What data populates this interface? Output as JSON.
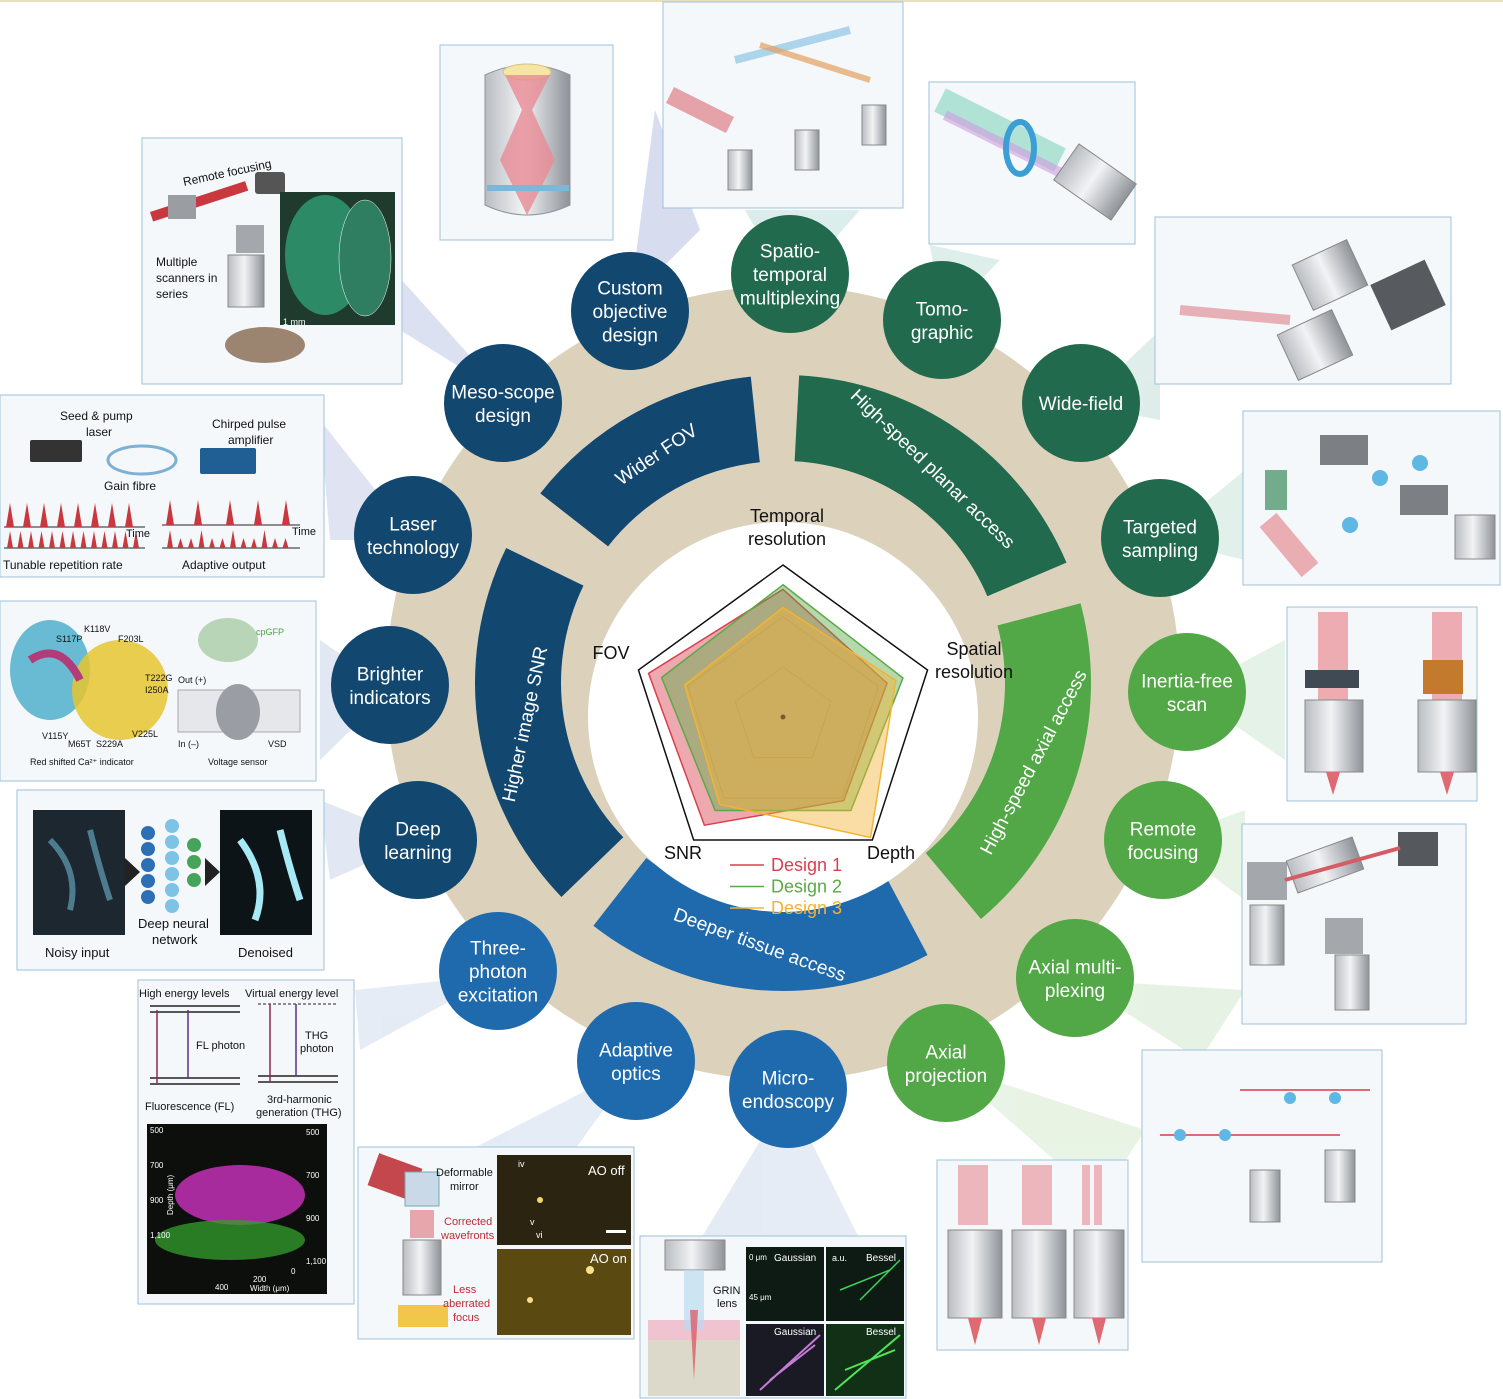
{
  "colors": {
    "beige": "#dcd2bc",
    "navy": "#12476f",
    "blue": "#1f6aad",
    "dark_green": "#226a4d",
    "green": "#52a746",
    "design1": "#d8404e",
    "design2": "#5aaa46",
    "design3": "#f3b335"
  },
  "bands": {
    "wider_fov": "Wider FOV",
    "higher_snr": "Higher image SNR",
    "deeper": "Deeper tissue access",
    "planar": "High-speed planar access",
    "axial": "High-speed axial access"
  },
  "circles": {
    "custom_objective": [
      "Custom",
      "objective",
      "design"
    ],
    "meso_scope": [
      "Meso-scope",
      "design"
    ],
    "laser": [
      "Laser",
      "technology"
    ],
    "brighter": [
      "Brighter",
      "indicators"
    ],
    "deep_learning": [
      "Deep",
      "learning"
    ],
    "three_photon": [
      "Three-",
      "photon",
      "excitation"
    ],
    "adaptive": [
      "Adaptive",
      "optics"
    ],
    "micro": [
      "Micro-",
      "endoscopy"
    ],
    "spatio": [
      "Spatio-",
      "temporal",
      "multiplexing"
    ],
    "tomo": [
      "Tomo-",
      "graphic"
    ],
    "wide_field": [
      "Wide-field"
    ],
    "targeted": [
      "Targeted",
      "sampling"
    ],
    "inertia": [
      "Inertia-free",
      "scan"
    ],
    "remote": [
      "Remote",
      "focusing"
    ],
    "axial_multi": [
      "Axial multi-",
      "plexing"
    ],
    "axial_proj": [
      "Axial",
      "projection"
    ]
  },
  "radar": {
    "axes": [
      "Temporal resolution",
      "Spatial resolution",
      "Depth",
      "SNR",
      "FOV"
    ],
    "temporal_lines": [
      "Temporal",
      "resolution"
    ],
    "spatial_lines": [
      "Spatial",
      "resolution"
    ],
    "max": 1,
    "series": [
      {
        "name": "Design 1",
        "values": [
          0.84,
          0.72,
          0.68,
          0.88,
          0.93
        ]
      },
      {
        "name": "Design 2",
        "values": [
          0.87,
          0.83,
          0.76,
          0.76,
          0.84
        ]
      },
      {
        "name": "Design 3",
        "values": [
          0.72,
          0.78,
          0.98,
          0.71,
          0.68
        ]
      }
    ]
  },
  "panels": {
    "remote_focusing": "Remote focusing",
    "multiple_scanners": [
      "Multiple",
      "scanners in",
      "series"
    ],
    "scale_1mm": "1 mm",
    "seed_pump": [
      "Seed & pump",
      "laser"
    ],
    "chirped": [
      "Chirped pulse",
      "amplifier"
    ],
    "gain_fibre": "Gain fibre",
    "time": "Time",
    "tunable": "Tunable repetition rate",
    "adaptive_output": "Adaptive output",
    "mutations": [
      "K118V",
      "S117P",
      "F203L",
      "T222G",
      "I250A",
      "V115Y",
      "M65T",
      "S229A",
      "V225L"
    ],
    "cpgfp": "cpGFP",
    "out_plus": "Out (+)",
    "in_minus": "In (–)",
    "vsd": "VSD",
    "red_ca": "Red shifted Ca²⁺ indicator",
    "voltage_sensor": "Voltage sensor",
    "noisy_input": "Noisy input",
    "dnn": [
      "Deep neural",
      "network"
    ],
    "denoised": "Denoised",
    "high_energy": "High energy levels",
    "virtual_energy": "Virtual energy level",
    "fl_photon": "FL photon",
    "thg_photon": [
      "THG",
      "photon"
    ],
    "fluorescence": "Fluorescence (FL)",
    "third_harmonic": [
      "3rd-harmonic",
      "generation (THG)"
    ],
    "depth_axis": "Depth (μm)",
    "width_axis": "Width (μm)",
    "ticks_left": [
      "500",
      "700",
      "900",
      "1,100"
    ],
    "ticks_right": [
      "500",
      "700",
      "900",
      "1,100"
    ],
    "ticks_bottom": [
      "400",
      "200",
      "0"
    ],
    "deformable": [
      "Deformable",
      "mirror"
    ],
    "corrected": [
      "Corrected",
      "wavefronts"
    ],
    "less_aberrated": [
      "Less",
      "aberrated",
      "focus"
    ],
    "ao_off": "AO off",
    "ao_on": "AO on",
    "roman": [
      "iv",
      "v",
      "vi"
    ],
    "grin": [
      "GRIN",
      "lens"
    ],
    "gaussian": "Gaussian",
    "bessel": "Bessel",
    "um0": "0 μm",
    "um45": "45 μm",
    "au": "a.u."
  }
}
